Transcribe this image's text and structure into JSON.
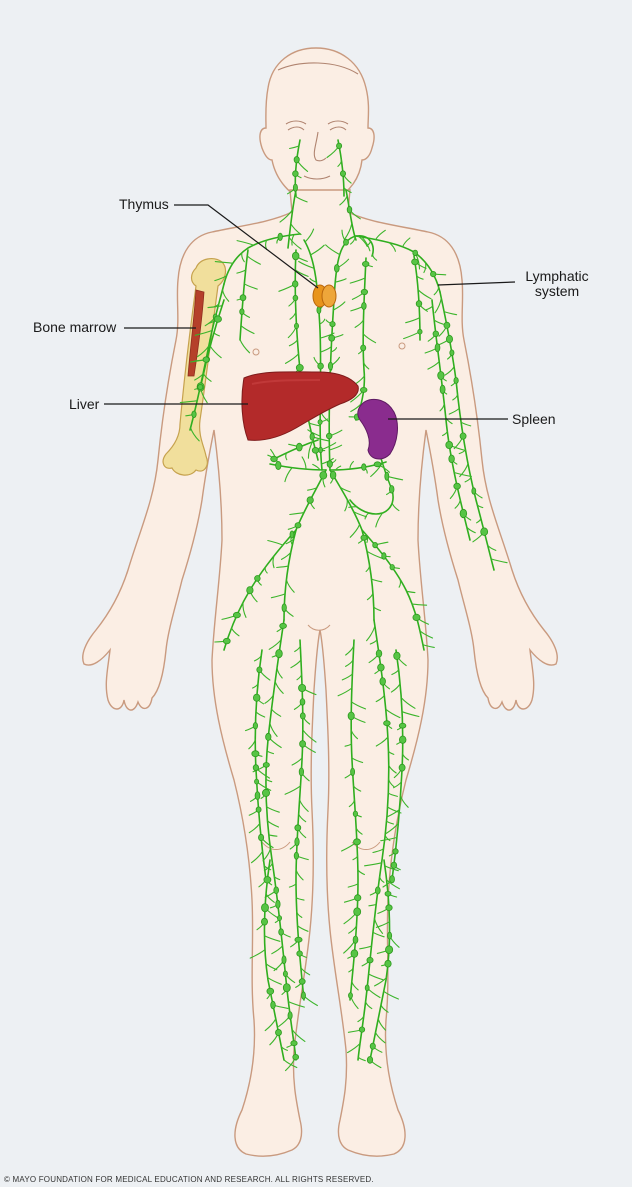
{
  "labels": {
    "thymus": "Thymus",
    "bone_marrow": "Bone marrow",
    "liver": "Liver",
    "spleen": "Spleen",
    "lymphatic_system": "Lymphatic system"
  },
  "copyright": "© MAYO FOUNDATION FOR MEDICAL EDUCATION AND RESEARCH. ALL RIGHTS RESERVED.",
  "colors": {
    "background": "#edf0f3",
    "skin": "#fbeee4",
    "skin_outline": "#c99a7f",
    "lymph": "#2fae1e",
    "lymph_node": "#4cc23a",
    "liver": "#b32a2a",
    "spleen": "#8a2c8e",
    "thymus": "#e8941c",
    "bone": "#f1df9c",
    "marrow": "#b5402a"
  }
}
